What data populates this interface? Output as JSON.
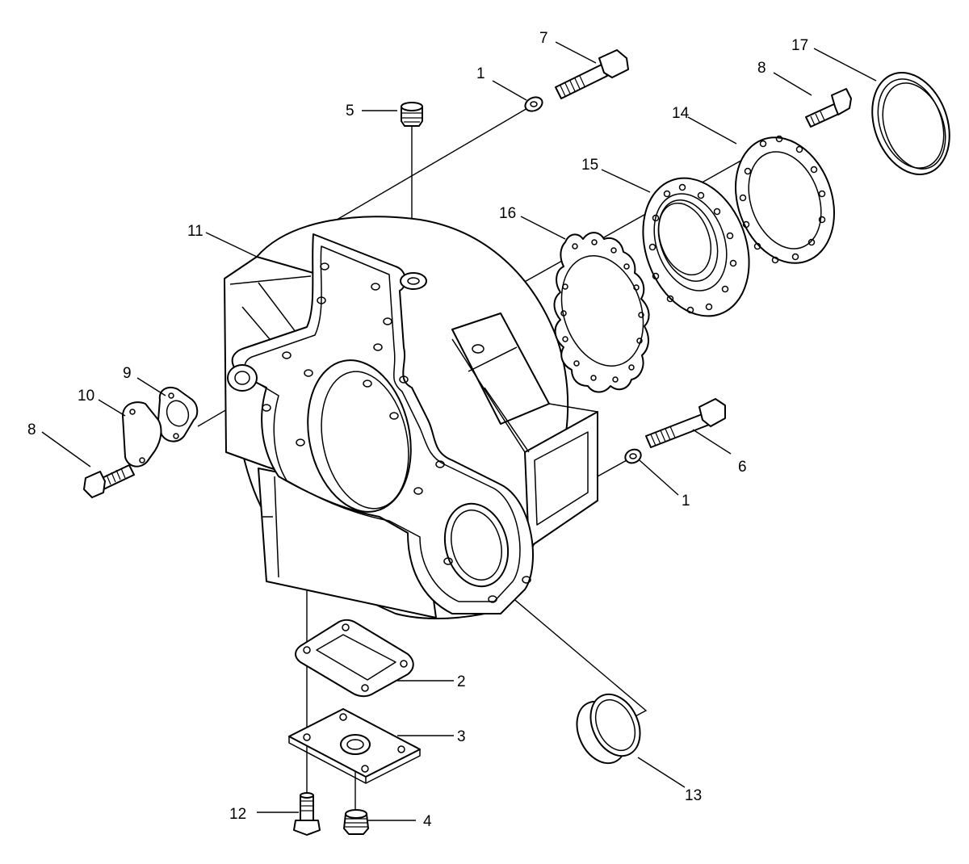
{
  "labels": {
    "l1a": "1",
    "l1b": "1",
    "l2": "2",
    "l3": "3",
    "l4": "4",
    "l5": "5",
    "l6": "6",
    "l7": "7",
    "l8a": "8",
    "l8b": "8",
    "l9": "9",
    "l10": "10",
    "l11": "11",
    "l12": "12",
    "l13": "13",
    "l14": "14",
    "l15": "15",
    "l16": "16",
    "l17": "17"
  }
}
